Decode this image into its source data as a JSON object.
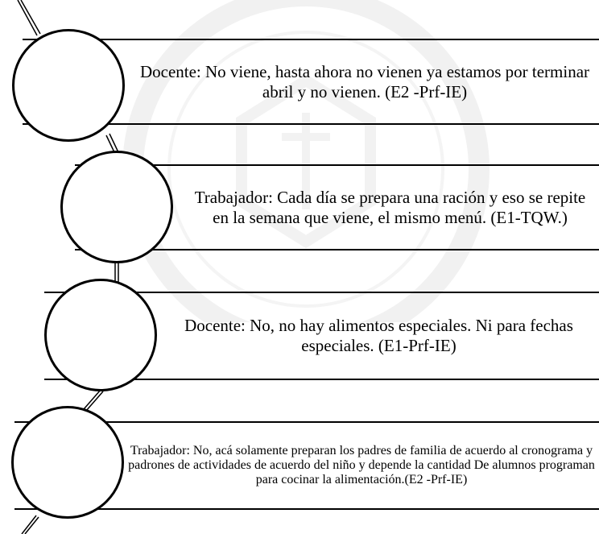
{
  "items": [
    {
      "text": "Docente: No viene, hasta ahora no vienen ya estamos por terminar abril y no vienen. (E2 -Prf-IE)"
    },
    {
      "text": "Trabajador: Cada día se prepara una ración y eso se repite en la semana que viene, el mismo menú. (E1-TQW.)"
    },
    {
      "text": "Docente: No, no hay alimentos especiales. Ni para fechas especiales. (E1-Prf-IE)"
    },
    {
      "text": "Trabajador: No, acá solamente preparan los padres de familia de acuerdo al cronograma y padrones de actividades de acuerdo del niño y depende la cantidad De alumnos programan para cocinar la alimentación.(E2 -Prf-IE)"
    }
  ],
  "colors": {
    "line": "#000000",
    "background": "#ffffff",
    "watermark": "#f1f1f1"
  }
}
